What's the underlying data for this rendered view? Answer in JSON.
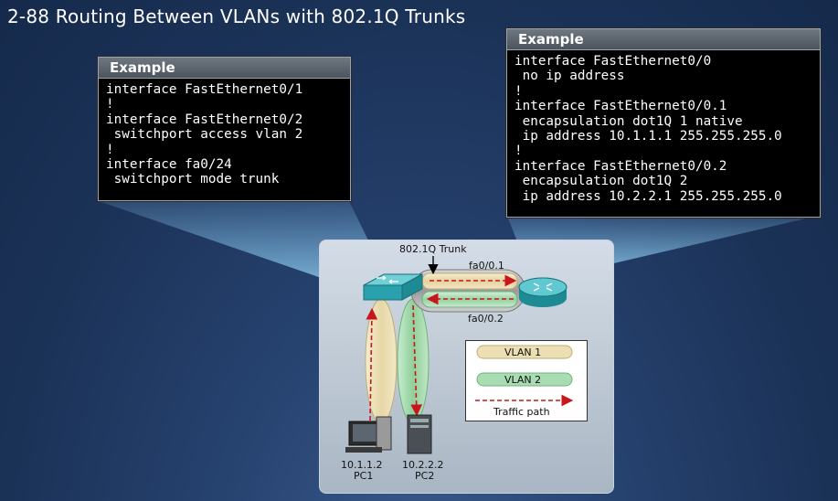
{
  "title": "2-88  Routing Between VLANs with 802.1Q Trunks",
  "switch_example": {
    "header": "Example",
    "lines": [
      "interface FastEthernet0/1",
      "!",
      "interface FastEthernet0/2",
      " switchport access vlan 2",
      "!",
      "interface fa0/24",
      " switchport mode trunk"
    ]
  },
  "router_example": {
    "header": "Example",
    "lines": [
      "interface FastEthernet0/0",
      " no ip address",
      "!",
      "interface FastEthernet0/0.1",
      " encapsulation dot1Q 1 native",
      " ip address 10.1.1.1 255.255.255.0",
      "!",
      "interface FastEthernet0/0.2",
      " encapsulation dot1Q 2",
      " ip address 10.2.2.1 255.255.255.0"
    ]
  },
  "diagram": {
    "trunk_label": "802.1Q Trunk",
    "subif1": "fa0/0.1",
    "subif2": "fa0/0.2",
    "pc1_ip": "10.1.1.2",
    "pc1_name": "PC1",
    "pc2_ip": "10.2.2.2",
    "pc2_name": "PC2"
  },
  "legend": {
    "vlan1": "VLAN 1",
    "vlan2": "VLAN 2",
    "traffic": "Traffic path"
  },
  "colors": {
    "vlan1": "#e9dcb0",
    "vlan2": "#a9d8b0",
    "traffic": "#c8161d",
    "switch": "#2aa2ad",
    "router": "#2aa2ad"
  }
}
